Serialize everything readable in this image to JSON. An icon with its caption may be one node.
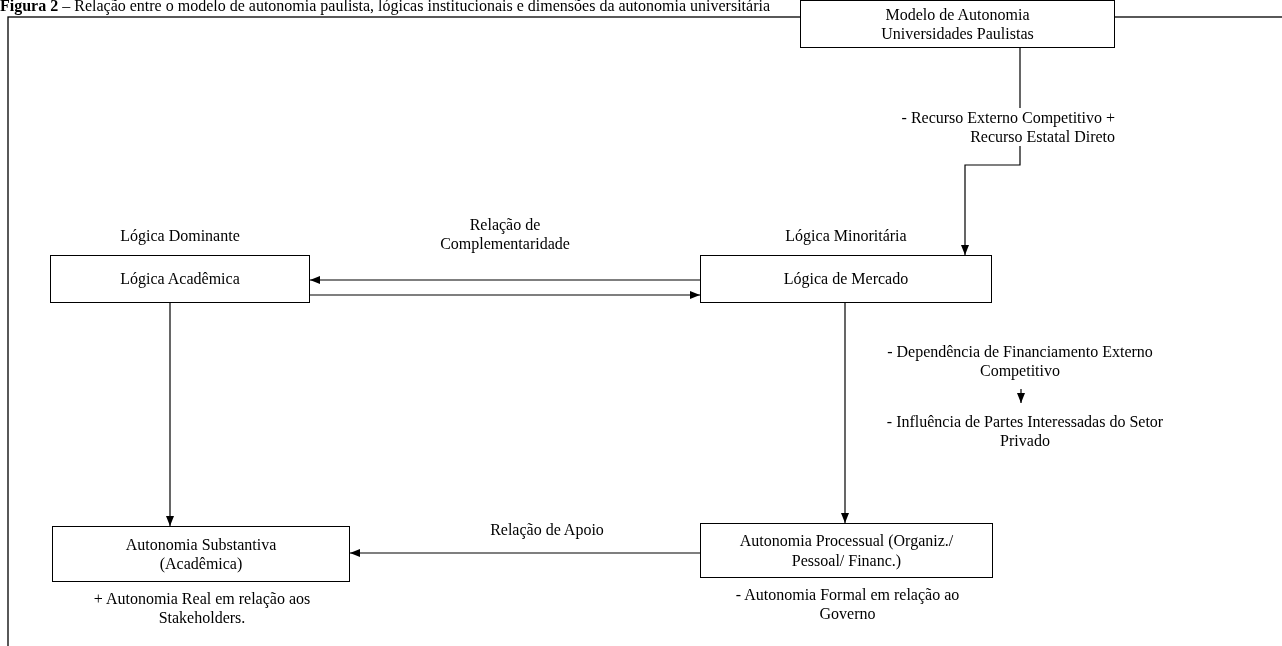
{
  "diagram": {
    "title": "**Figura 2** – Relação entre o modelo de autonomia paulista, lógicas institucionais e dimensões da autonomia universitária",
    "nodes": [
      {
        "text": [
          "Modelo de Autonomia Universidades Paulistas"
        ]
      },
      {
        "text": [
          "Lógica Dominante",
          "Lógica Acadêmica"
        ]
      },
      {
        "text": [
          "Lógica Minoritária",
          "Lógica de Mercado"
        ]
      },
      {
        "text": [
          "Autonomia Substantiva (Acadêmica)"
        ],
        "beside": [
          "+ Autonomia Real em relação aos Stakeholders."
        ]
      },
      {
        "text": [
          "Autonomia Processual (Organiz./ Pessoal/ Financ.)"
        ],
        "beside": [
          "- Autonomia Formal em relação ao Governo"
        ]
      },
      {
        "text": [
          "- Dependência de Financiamento Externo Competitivo"
        ]
      },
      {
        "text": [
          "- Influência de Partes Interessadas do Setor Privado"
        ]
      }
    ],
    "edges": [
      {
        "from": 0,
        "to": 2,
        "arrow": "to",
        "label": "- Recurso Externo Competitivo + Recurso Estatal Direto"
      },
      {
        "from": 2,
        "to": 1,
        "arrow": "to",
        "label": "Relação de Complementaridade"
      },
      {
        "from": 1,
        "to": 2,
        "arrow": "to"
      },
      {
        "from": 1,
        "to": 3,
        "arrow": "to"
      },
      {
        "from": 2,
        "to": 4,
        "arrow": "to"
      },
      {
        "from": 4,
        "to": 3,
        "arrow": "to",
        "label": "Relação de Apoio"
      },
      {
        "from": 5,
        "to": 6,
        "arrow": "to"
      }
    ]
  }
}
